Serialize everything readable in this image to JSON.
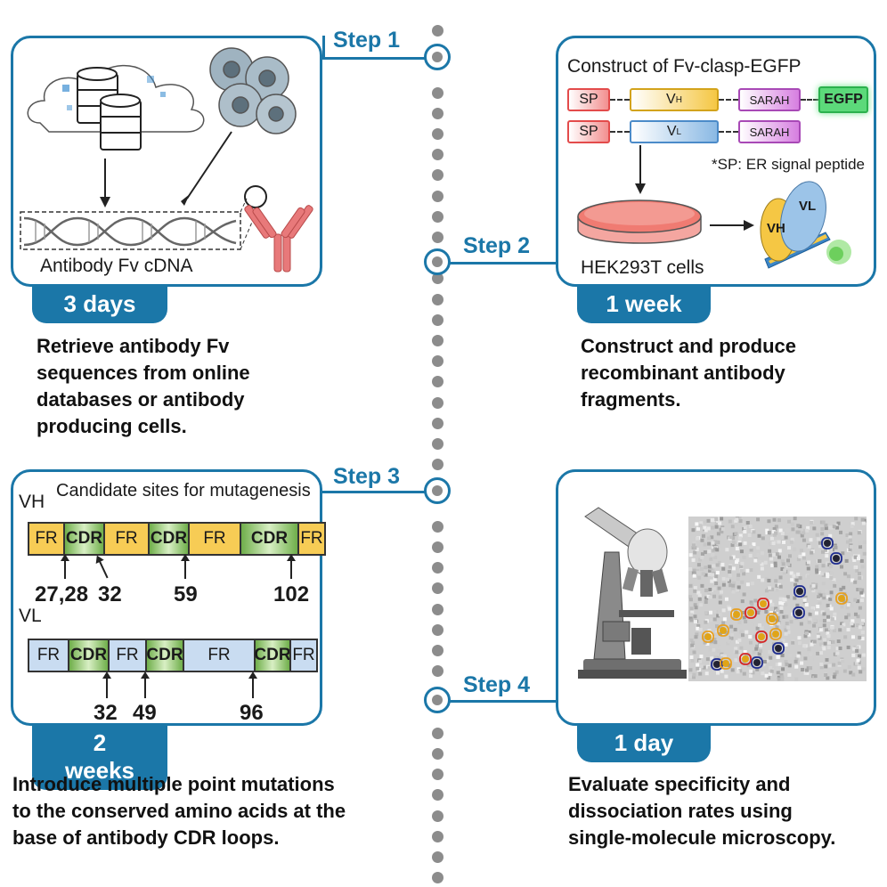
{
  "steps": [
    {
      "label": "Step 1",
      "duration": "3 days",
      "desc": [
        "Retrieve antibody Fv",
        "sequences from online",
        "databases or antibody",
        "producing cells."
      ],
      "caption": "Antibody Fv cDNA"
    },
    {
      "label": "Step 2",
      "duration": "1 week",
      "desc": [
        "Construct and produce",
        "recombinant antibody",
        "fragments."
      ],
      "construct_title": "Construct of Fv-clasp-EGFP",
      "row1": [
        "SP",
        "V",
        "H",
        "SARAH",
        "EGFP"
      ],
      "row2": [
        "SP",
        "V",
        "L",
        "SARAH"
      ],
      "note": "*SP: ER signal peptide",
      "cells": "HEK293T cells",
      "vh": "VH",
      "vl": "VL"
    },
    {
      "label": "Step 3",
      "duration": "2 weeks",
      "desc": [
        "Introduce multiple point mutations",
        "to the conserved amino acids at the",
        "base of antibody CDR loops."
      ],
      "title": "Candidate sites for mutagenesis",
      "vh_label": "VH",
      "vl_label": "VL",
      "vh_segments": [
        "FR",
        "CDR",
        "FR",
        "CDR",
        "FR",
        "CDR",
        "FR"
      ],
      "vl_segments": [
        "FR",
        "CDR",
        "FR",
        "CDR",
        "FR",
        "CDR",
        "FR"
      ],
      "vh_sites": [
        "27,28",
        "32",
        "59",
        "102"
      ],
      "vl_sites": [
        "32",
        "49",
        "96"
      ]
    },
    {
      "label": "Step 4",
      "duration": "1 day",
      "desc": [
        "Evaluate specificity and",
        "dissociation rates using",
        "single-molecule microscopy."
      ]
    }
  ],
  "colors": {
    "accent": "#1b77a8",
    "dot": "#8c8c8c"
  }
}
